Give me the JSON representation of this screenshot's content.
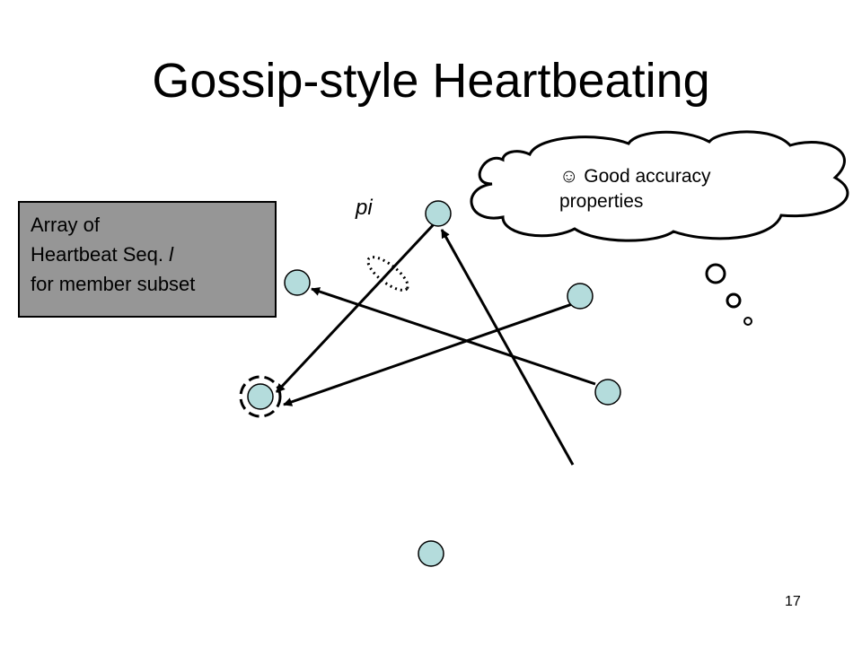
{
  "slide": {
    "title": "Gossip-style Heartbeating",
    "page_number": "17"
  },
  "label_box": {
    "line1": "Array of",
    "line2_prefix": "Heartbeat Seq. ",
    "line2_var": "l",
    "line3": "for member subset"
  },
  "node_label": "pi",
  "thought_bubble": {
    "line1": "☺ Good accuracy",
    "line2": "properties"
  },
  "colors": {
    "node_fill": "#b4dcdc",
    "label_box_fill": "#969696",
    "stroke": "#000000"
  }
}
